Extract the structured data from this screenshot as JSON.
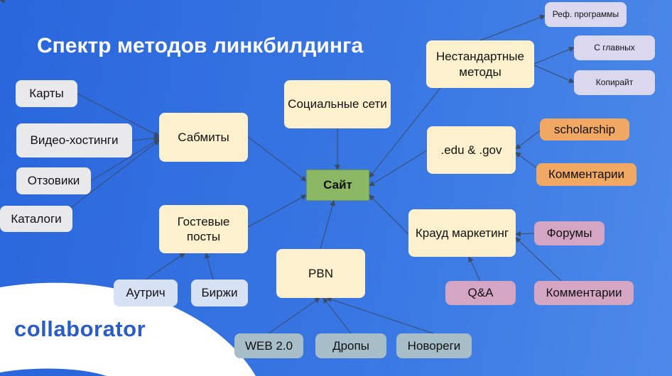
{
  "title": "Спектр методов линкбилдинга",
  "logo": "collaborator",
  "center": "Сайт",
  "nodes": {
    "ref": "Реф. программы",
    "nonstd": "Нестандартные методы",
    "main": "С главных",
    "copy": "Копирайт",
    "social": "Социальные сети",
    "submits": "Сабмиты",
    "maps": "Карты",
    "video": "Видео-хостинги",
    "reviews": "Отзовики",
    "catalogs": "Каталоги",
    "edu": ".edu & .gov",
    "scholarship": "scholarship",
    "comments1": "Комментарии",
    "guest": "Гостевые посты",
    "crowd": "Крауд маркетинг",
    "forums": "Форумы",
    "qa": "Q&A",
    "comments2": "Комментарии",
    "pbn": "PBN",
    "outreach": "Аутрич",
    "exchanges": "Биржи",
    "web2": "WEB 2.0",
    "drops": "Дропы",
    "newregs": "Новореги"
  },
  "colors": {
    "primary": "#8cb866",
    "method": "#fdf0cc",
    "background": "#3a78e4"
  }
}
